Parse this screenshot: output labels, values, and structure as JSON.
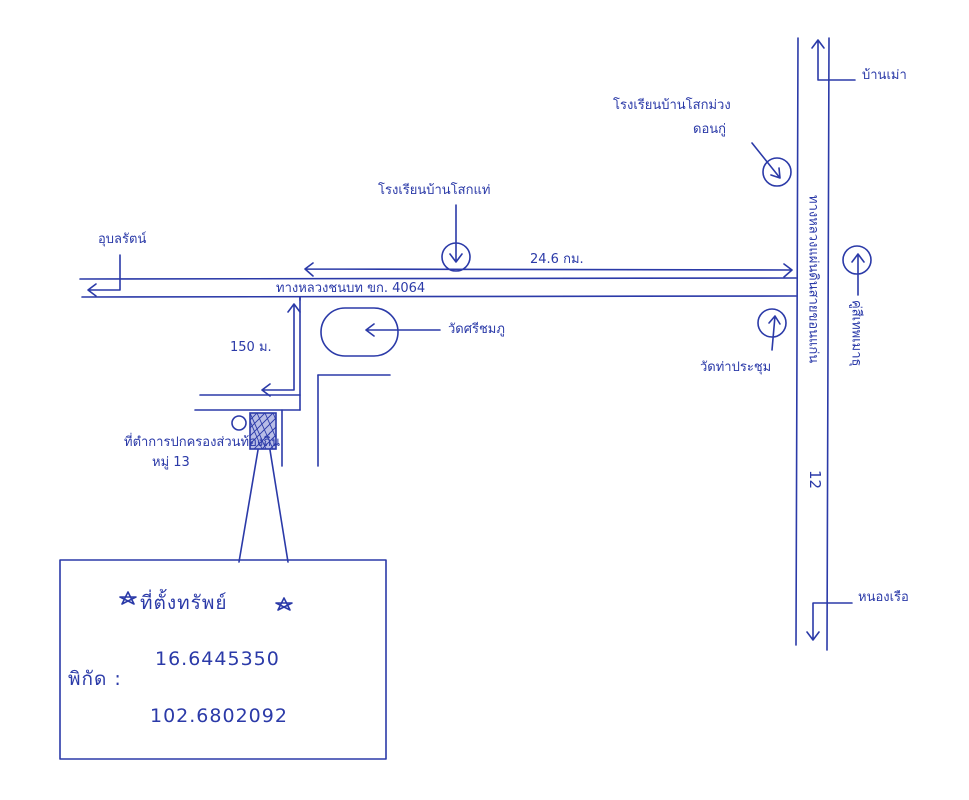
{
  "map": {
    "places": {
      "udon": "อุบลรัตน์",
      "school1": "โรงเรียนบ้านโสกแท่",
      "school2_l1": "โรงเรียนบ้านโสกม่วง",
      "school2_l2": "ดอนกู่",
      "baan_pao": "บ้านเม่า",
      "highway_road": "ทางหลวงแผ่นดินสายขอนแก่น",
      "highway_no": "12",
      "nong_ruea": "หนองเรือ",
      "ku_sua": "คู่สีเทพเมาธุ",
      "wat_sri": "วัดศรีชมภู",
      "wat_nong": "วัดท่าประชุม",
      "local_road": "ทางหลวงชนบท ขก. 4064",
      "property": "ที่ตำการปกครองส่วนท้องถิ่น",
      "moo": "หมู่ 13"
    },
    "distances": {
      "long": "24.6 กม.",
      "short": "150 ม."
    },
    "info": {
      "title": "ที่ตั้งทรัพย์",
      "coord_label": "พิกัด :",
      "lat": "16.6445350",
      "lon": "102.6802092"
    }
  }
}
